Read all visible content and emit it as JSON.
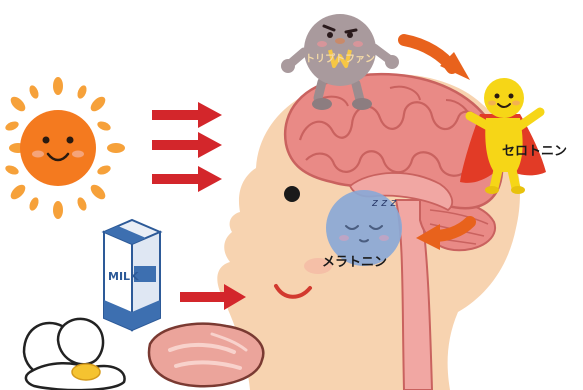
{
  "labels": {
    "tryptophan": "トリプトファン",
    "serotonin": "セロトニン",
    "melatonin": "メラトニン",
    "milk": "MILK",
    "sleep": "z z z"
  },
  "colors": {
    "sun": "#f47a1f",
    "sun_rays": "#f6a13a",
    "arrow_red": "#d3262b",
    "arrow_orange": "#e8621c",
    "skin": "#f7d3b0",
    "brain": "#e98a86",
    "brain_dark": "#c9625f",
    "serotonin_yellow": "#f6d617",
    "cape_red": "#e23b26",
    "tryptophan_grey": "#a99a9d",
    "melatonin_blue": "#8aa8d6",
    "milk_blue": "#3d6fb0",
    "meat": "#eba49b",
    "egg_yolk": "#f5c330"
  },
  "icons": [
    "sun-icon",
    "milk-carton-icon",
    "egg-icon",
    "meat-icon",
    "head-icon",
    "brain-icon",
    "tryptophan-character",
    "serotonin-character",
    "melatonin-character"
  ]
}
